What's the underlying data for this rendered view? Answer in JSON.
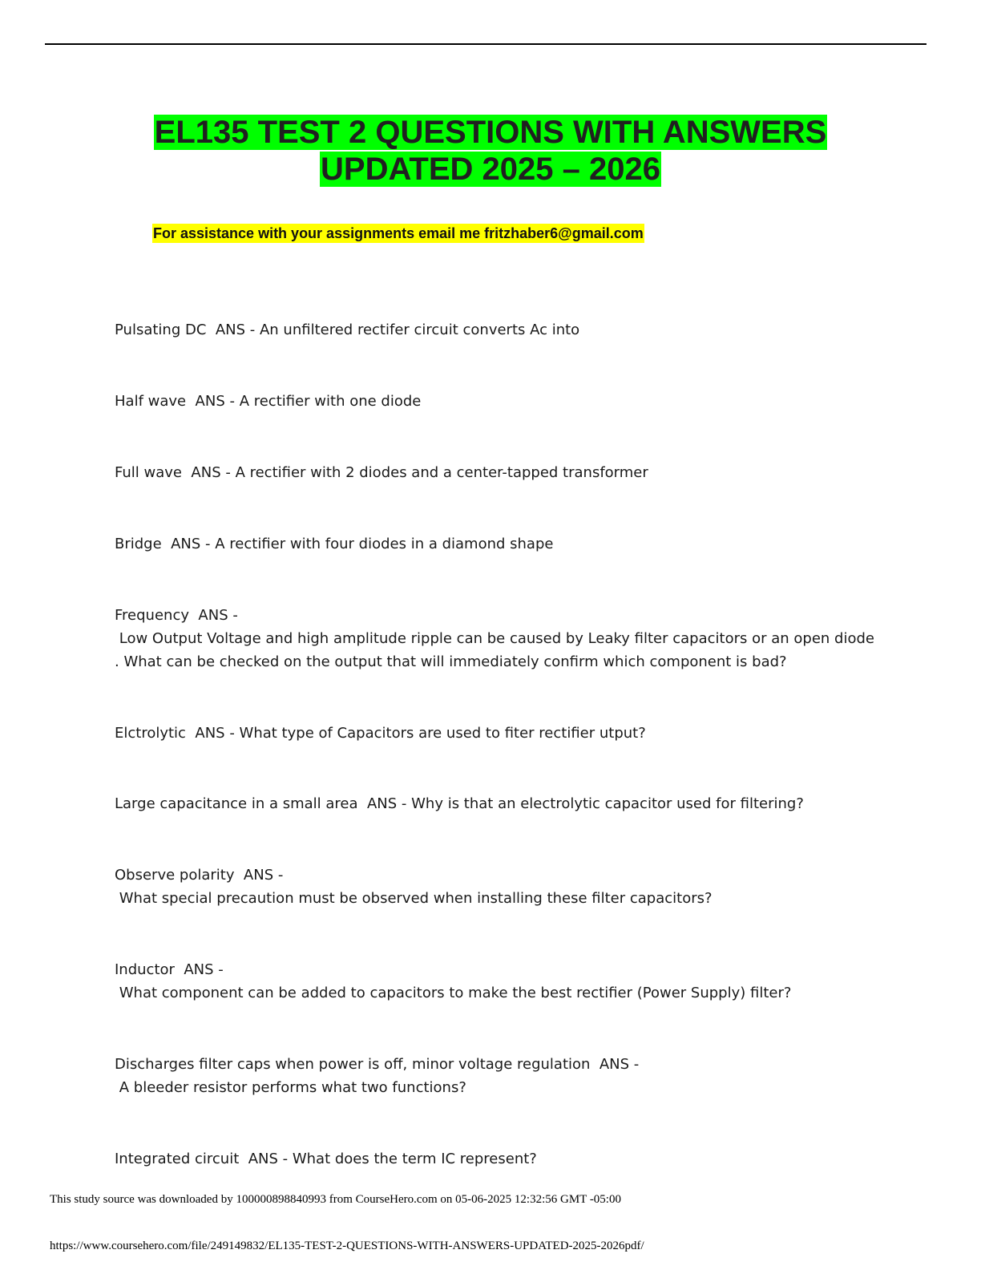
{
  "document": {
    "title_line1": "EL135 TEST 2 QUESTIONS WITH ANSWERS",
    "title_line2": "UPDATED 2025 – 2026",
    "contact": "For assistance with your assignments email me fritzhaber6@gmail.com",
    "items": [
      {
        "text": "Pulsating DC  ANS - An unfiltered rectifer circuit converts Ac into"
      },
      {
        "text": "Half wave  ANS - A rectifier with one diode"
      },
      {
        "text": "Full wave  ANS - A rectifier with 2 diodes and a center-tapped transformer"
      },
      {
        "text": "Bridge  ANS - A rectifier with four diodes in a diamond shape"
      },
      {
        "text": "Frequency  ANS -\n Low Output Voltage and high amplitude ripple can be caused by Leaky filter capacitors or an open diode\n. What can be checked on the output that will immediately confirm which component is bad?"
      },
      {
        "text": "Elctrolytic  ANS - What type of Capacitors are used to fiter rectifier utput?"
      },
      {
        "text": "Large capacitance in a small area  ANS - Why is that an electrolytic capacitor used for filtering?"
      },
      {
        "text": "Observe polarity  ANS -\n What special precaution must be observed when installing these filter capacitors?"
      },
      {
        "text": "Inductor  ANS -\n What component can be added to capacitors to make the best rectifier (Power Supply) filter?"
      },
      {
        "text": "Discharges filter caps when power is off, minor voltage regulation  ANS -\n A bleeder resistor performs what two functions?"
      },
      {
        "text": "Integrated circuit  ANS - What does the term IC represent?"
      }
    ]
  },
  "footer": {
    "source": "This study source was downloaded by 100000898840993 from CourseHero.com on 05-06-2025 12:32:56 GMT -05:00",
    "url": "https://www.coursehero.com/file/249149832/EL135-TEST-2-QUESTIONS-WITH-ANSWERS-UPDATED-2025-2026pdf/"
  }
}
